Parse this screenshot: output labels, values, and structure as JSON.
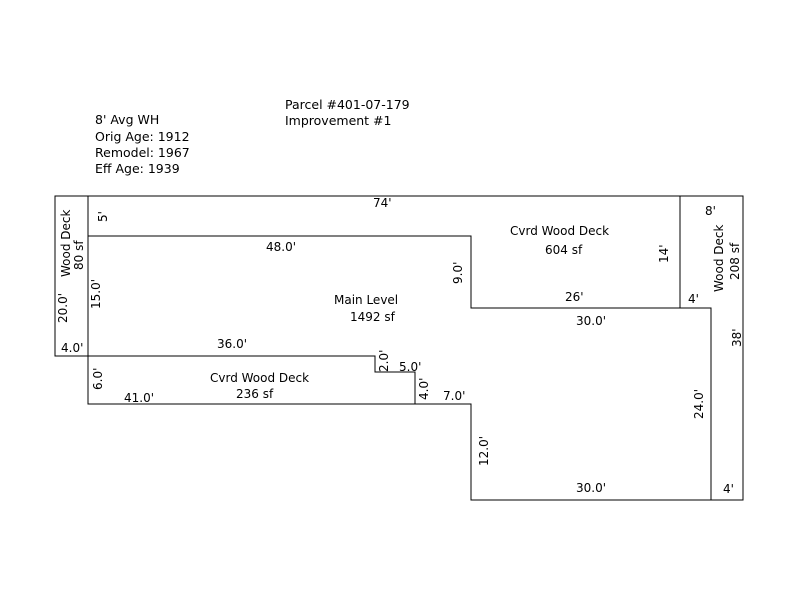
{
  "header": {
    "parcel": "Parcel #401-07-179",
    "improvement": "Improvement #1"
  },
  "info": {
    "wall_height": "8' Avg WH",
    "orig_age": "Orig Age: 1912",
    "remodel": "Remodel: 1967",
    "eff_age": "Eff Age: 1939"
  },
  "areas": {
    "main_level": {
      "name": "Main Level",
      "size": "1492 sf"
    },
    "covered_deck_top": {
      "name": "Cvrd Wood Deck",
      "size": "604 sf"
    },
    "covered_deck_bottom": {
      "name": "Cvrd Wood Deck",
      "size": "236 sf"
    },
    "wood_deck_left": {
      "name": "Wood Deck",
      "size": "80 sf"
    },
    "wood_deck_right": {
      "name": "Wood Deck",
      "size": "208 sf"
    }
  },
  "dimensions": {
    "top_74": "74'",
    "left_5": "5'",
    "main_48": "48.0'",
    "main_9": "9.0'",
    "main_15": "15.0'",
    "main_36": "36.0'",
    "main_2": "2.0'",
    "main_5": "5.0'",
    "main_4": "4.0'",
    "main_7": "7.0'",
    "main_12": "12.0'",
    "main_30_bottom": "30.0'",
    "main_24": "24.0'",
    "main_30_top": "30.0'",
    "deck_26": "26'",
    "deck_14": "14'",
    "deck_4_mid": "4'",
    "right_8": "8'",
    "right_38": "38'",
    "right_4_bottom": "4'",
    "left_20": "20.0'",
    "left_4": "4.0'",
    "bottom_6": "6.0'",
    "bottom_41": "41.0'"
  }
}
